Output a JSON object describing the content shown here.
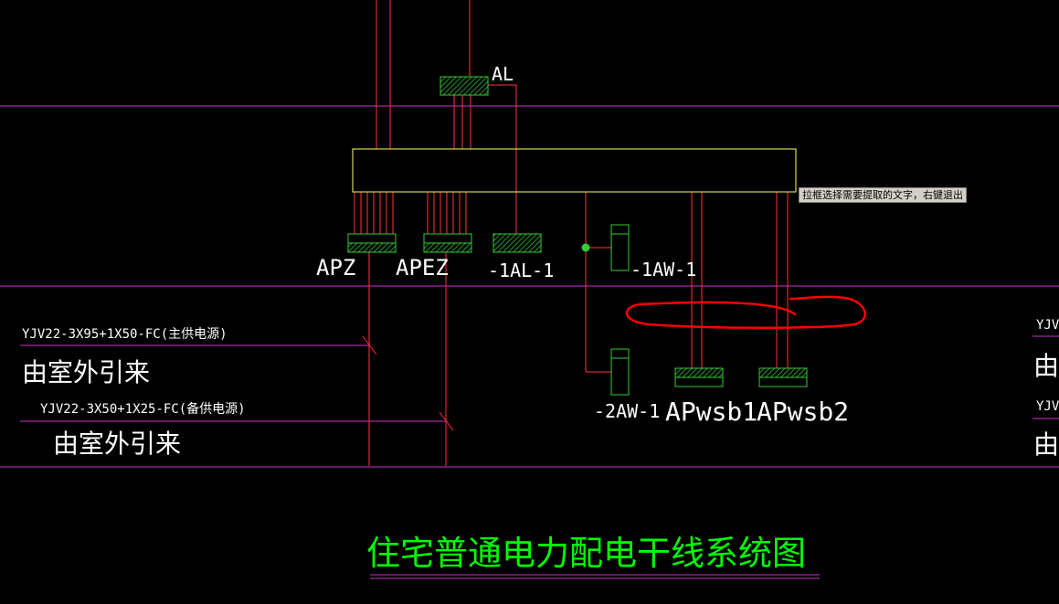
{
  "colors": {
    "background": "#000000",
    "magenta": "#cc33cc",
    "red": "#ff3333",
    "yellow": "#ffff66",
    "green": "#33cc33",
    "white": "#ffffff",
    "annotation": "#ff0000"
  },
  "labels": {
    "al": "AL",
    "apz": "APZ",
    "apez": "APEZ",
    "al1": "-1AL-1",
    "aw1": "-1AW-1",
    "aw2": "-2AW-1",
    "apwsb1": "APwsb1",
    "apwsb2": "APwsb2"
  },
  "feeders": {
    "main_cable": "YJV22-3X95+1X50-FC(主供电源)",
    "main_source": "由室外引来",
    "backup_cable": "YJV22-3X50+1X25-FC(备供电源)",
    "backup_source": "由室外引来"
  },
  "right_edge": {
    "cable_1": "YJV",
    "source_1": "由",
    "cable_2": "YJV",
    "source_2": "由"
  },
  "title": "住宅普通电力配电干线系统图",
  "tooltip": "拉框选择需要提取的文字，右键退出"
}
